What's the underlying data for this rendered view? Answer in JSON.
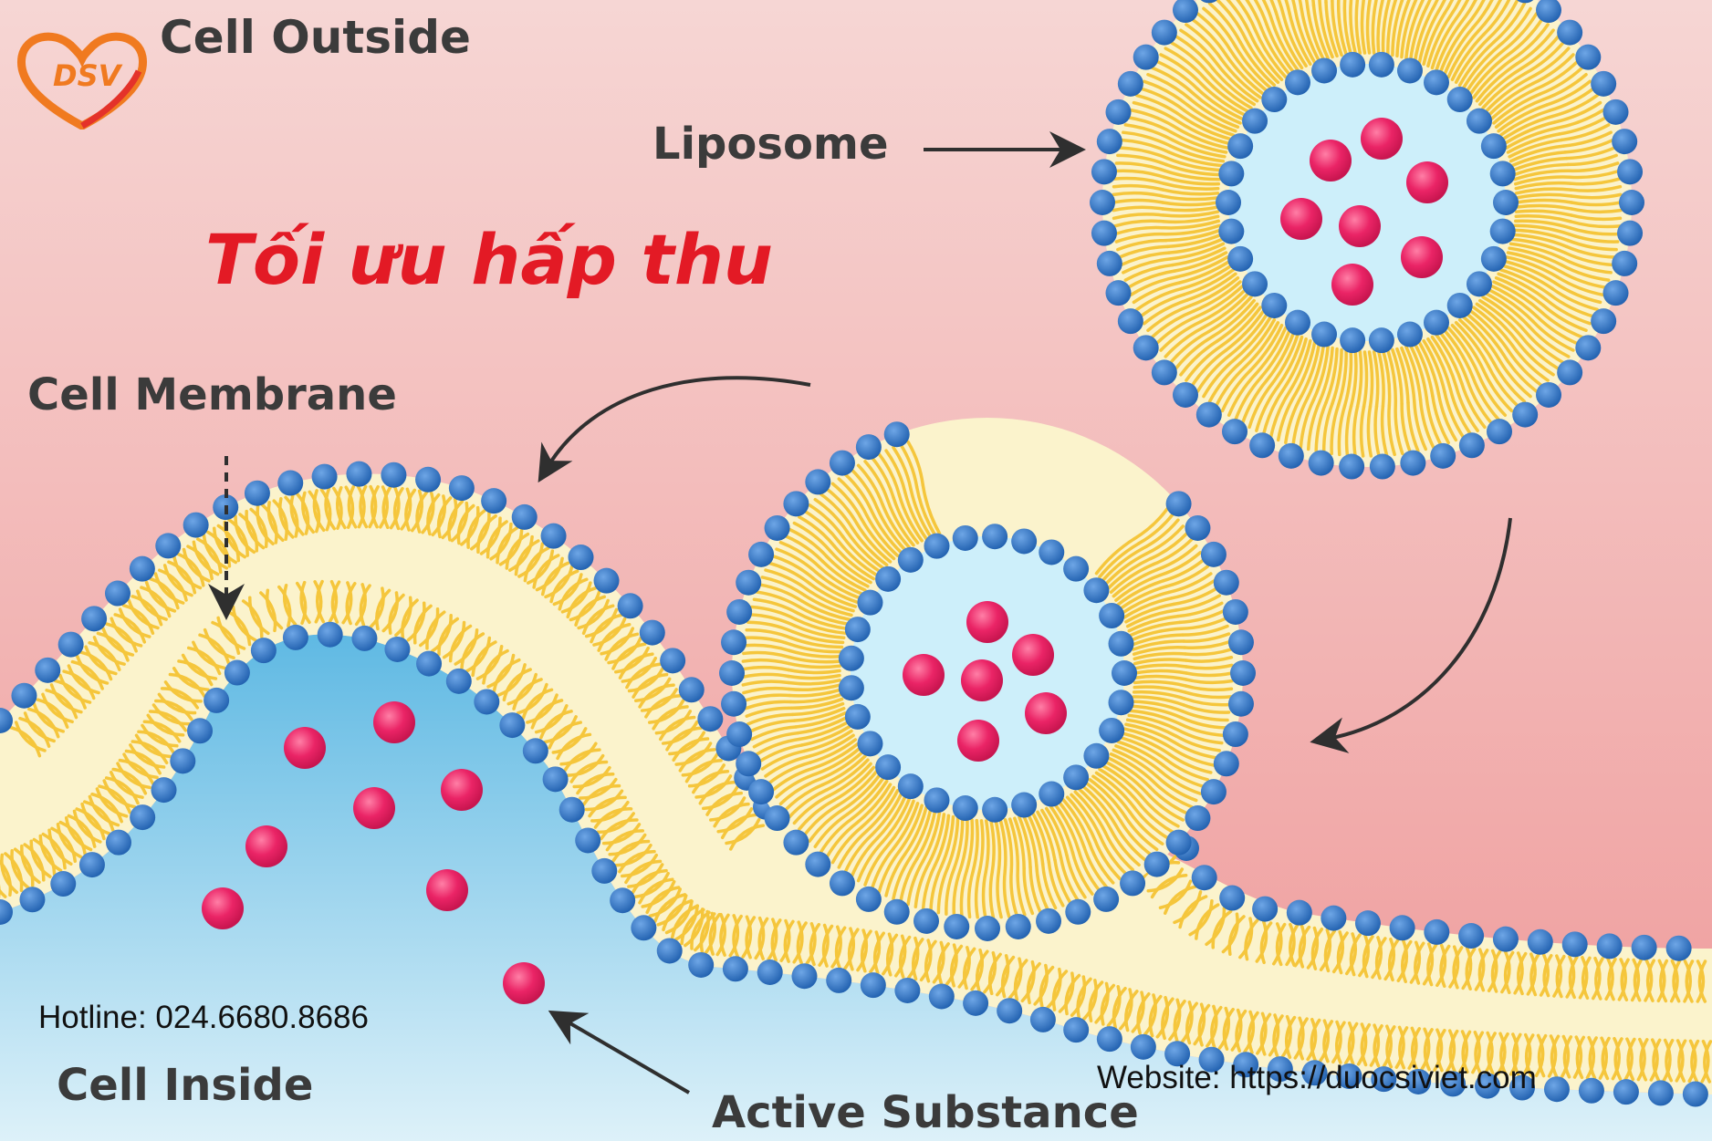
{
  "labels": {
    "cell_outside": "Cell Outside",
    "liposome": "Liposome",
    "cell_membrane": "Cell Membrane",
    "cell_inside": "Cell Inside",
    "active_substance": "Active Substance"
  },
  "title": "Tối ưu hấp thu",
  "contact": {
    "hotline": "Hotline: 024.6680.8686",
    "website": "Website: https://duocsiviet.com"
  },
  "logo": {
    "text": "DSV",
    "icon": "heart-logo-icon"
  },
  "colors": {
    "bg_top": "#f5d3d1",
    "bg_bottom": "#ef9b9b",
    "membrane_head": "#2f72c0",
    "membrane_tail": "#f5c63c",
    "membrane_fill": "#fbf3cc",
    "inner_core": "#cdeffa",
    "cell_inside_top": "#6ec2e6",
    "cell_inside_bottom": "#d8eef8",
    "particle": "#ea2466",
    "title": "#e31a25",
    "logo": "#f07a20"
  }
}
